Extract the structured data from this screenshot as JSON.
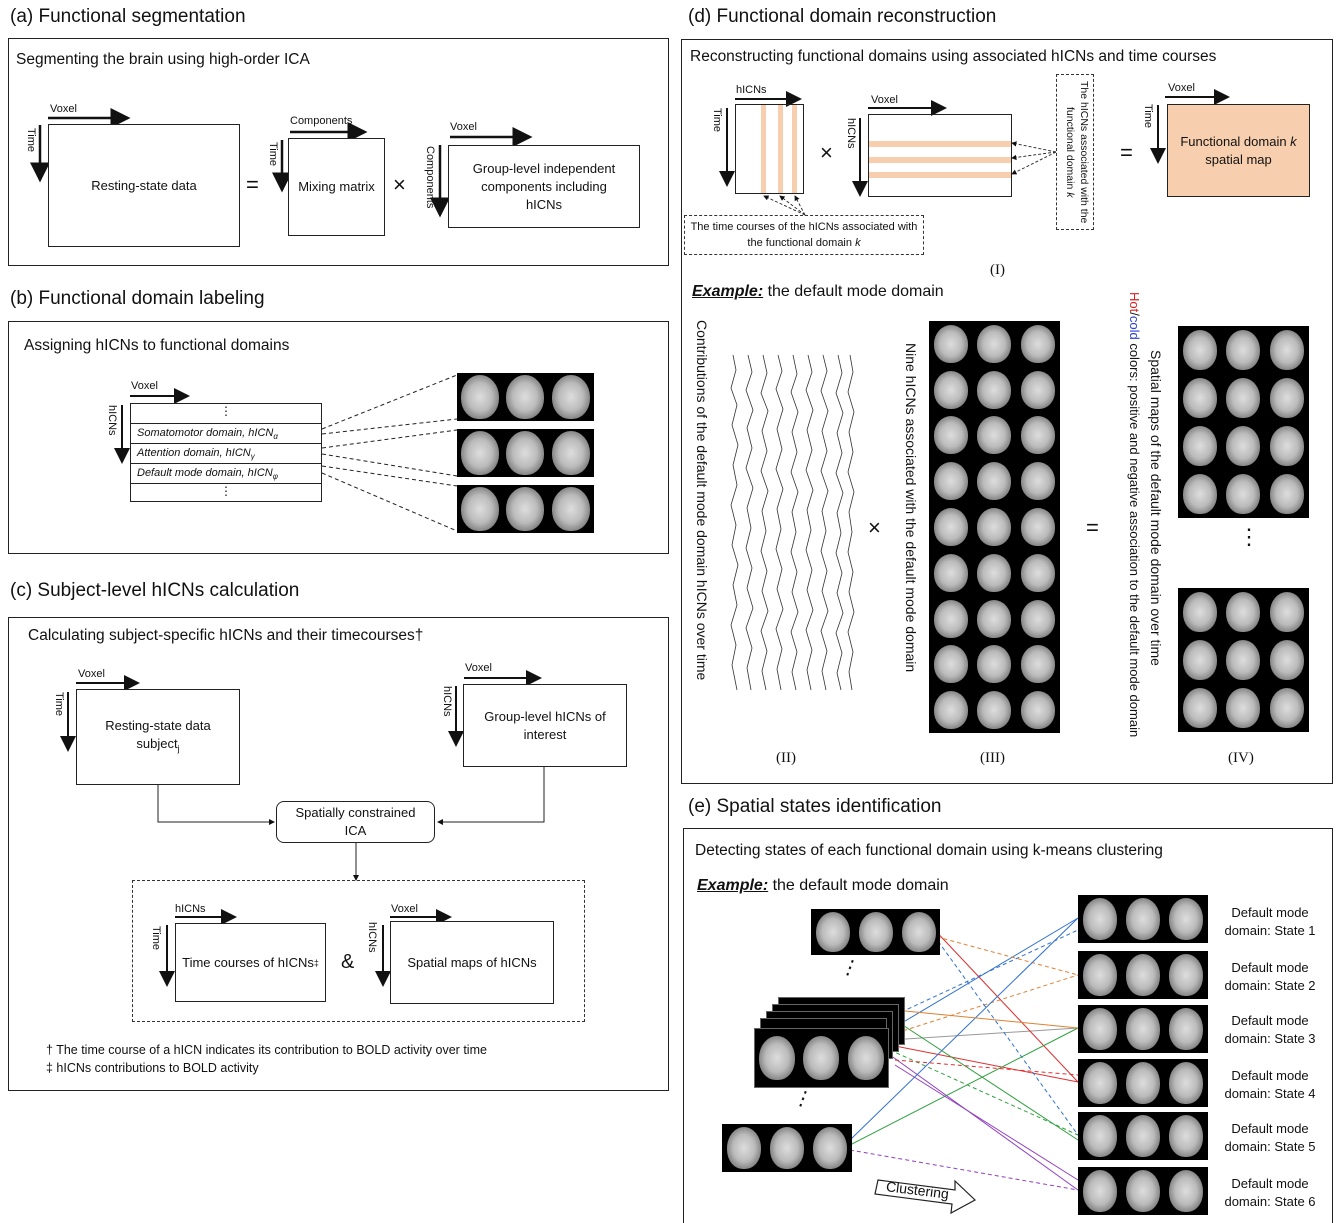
{
  "a": {
    "heading": "(a)  Functional segmentation",
    "subtitle": "Segmenting the brain using high-order ICA",
    "voxel": "Voxel",
    "time": "Time",
    "components": "Components",
    "resting": "Resting-state data",
    "mixing": "Mixing matrix",
    "group": "Group-level independent components including hICNs",
    "eq": "=",
    "times": "×"
  },
  "b": {
    "heading": "(b)   Functional domain labeling",
    "subtitle": "Assigning hICNs to functional domains",
    "voxel": "Voxel",
    "hicns": "hICNs",
    "dots": "⋮",
    "row1": "Somatomotor domain, hICN",
    "row1_sub": "α",
    "row2": "Attention domain, hICN",
    "row2_sub": "γ",
    "row3": "Default mode domain, hICN",
    "row3_sub": "φ"
  },
  "c": {
    "heading": "(c)   Subject-level hICNs calculation",
    "subtitle": "Calculating subject-specific hICNs and their timecourses†",
    "voxel": "Voxel",
    "time": "Time",
    "hicns": "hICNs",
    "resting": "Resting-state data",
    "subject": "subject",
    "subject_sub": "j",
    "group": "Group-level hICNs of interest",
    "ica": "Spatially constrained ICA",
    "tc": "Time courses of hICNs",
    "tc_sup": "‡",
    "amp": "&",
    "sm": "Spatial maps of hICNs",
    "fn1": "† The time course of a hICN indicates its contribution to BOLD activity over time",
    "fn2": "‡ hICNs contributions to BOLD activity"
  },
  "d": {
    "heading": "(d)   Functional domain reconstruction",
    "subtitle": "Reconstructing functional domains using associated hICNs and time courses",
    "hicns": "hICNs",
    "time": "Time",
    "voxel": "Voxel",
    "fd_line1": "Functional domain ",
    "fd_k": "k",
    "fd_line2": "spatial map",
    "note_tc": "The time courses of the hICNs associated with the functional domain ",
    "note_tc_k": "k",
    "note_hicn": "The hICNs associated with the functional domain ",
    "note_hicn_k": "k",
    "roman1": "(I)",
    "example_bold": "Example:",
    "example_rest": " the default mode domain",
    "contrib": "Contributions of the default mode domain hICNs over time",
    "nine": "Nine hICNs associated with the default mode domain",
    "spatial": "Spatial maps of the default mode domain over time",
    "hot": "Hot",
    "slash": "/",
    "cold": "cold",
    "colors_rest": " colors: positive and negative association to the default mode domain",
    "roman2": "(II)",
    "roman3": "(III)",
    "roman4": "(IV)",
    "times": "×",
    "eq": "=",
    "vdots": "⋮"
  },
  "e": {
    "heading": "(e)  Spatial states identification",
    "subtitle": "Detecting states of each functional domain using k-means clustering",
    "example_bold": "Example:",
    "example_rest": " the default mode domain",
    "clustering": "Clustering",
    "vdots": "⋮",
    "states": [
      [
        "Default mode",
        "domain: State 1"
      ],
      [
        "Default mode",
        "domain: State 2"
      ],
      [
        "Default mode",
        "domain: State 3"
      ],
      [
        "Default mode",
        "domain: State 4"
      ],
      [
        "Default mode",
        "domain: State 5"
      ],
      [
        "Default mode",
        "domain: State 6"
      ]
    ]
  },
  "colors": {
    "accent": "#f8cfae",
    "hot": "#e02020",
    "cold": "#2a3fd8"
  }
}
